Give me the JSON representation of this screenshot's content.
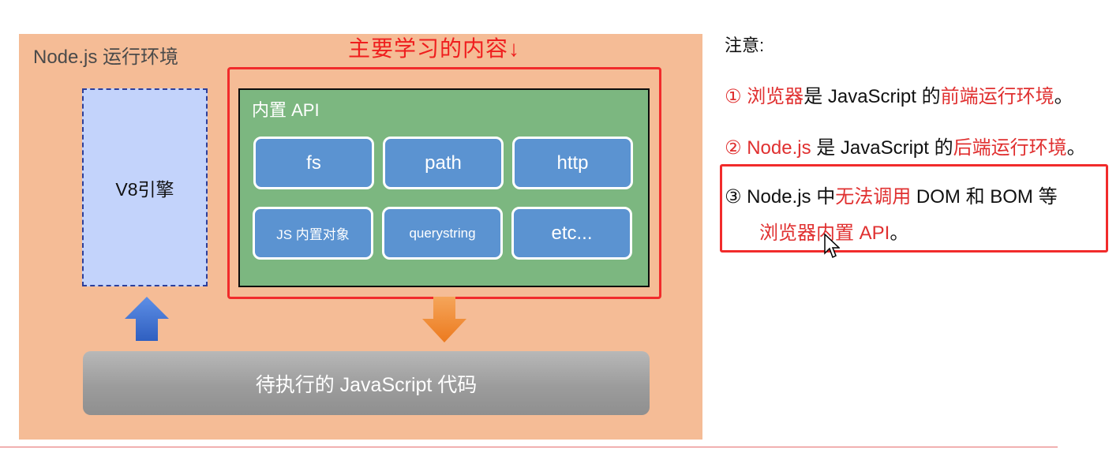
{
  "environment": {
    "title": "Node.js 运行环境",
    "engine_label": "V8引擎",
    "focus_label": "主要学习的内容↓",
    "api_title": "内置 API",
    "modules": [
      "fs",
      "path",
      "http",
      "JS 内置对象",
      "querystring",
      "etc..."
    ],
    "code_bar_label": "待执行的 JavaScript 代码"
  },
  "notes": {
    "title": "注意:",
    "n1": {
      "num": "①",
      "a": "浏览器",
      "b": "是 JavaScript 的",
      "c": "前端运行环境",
      "d": "。"
    },
    "n2": {
      "num": "②",
      "a": "Node.js",
      "b": " 是 JavaScript 的",
      "c": "后端运行环境",
      "d": "。"
    },
    "n3": {
      "num": "③",
      "a": " Node.js 中",
      "b": "无法调用",
      "c": " DOM 和 BOM 等",
      "d": "浏览器内置 API",
      "e": "。"
    }
  },
  "colors": {
    "panel_bg": "#f5bc96",
    "api_bg": "#7cb780",
    "module_bg": "#5b93d1",
    "highlight_red": "#f12b2b",
    "engine_bg": "#c3d3fb",
    "arrow_up": "#3b6ed0",
    "arrow_down": "#f0892e"
  }
}
